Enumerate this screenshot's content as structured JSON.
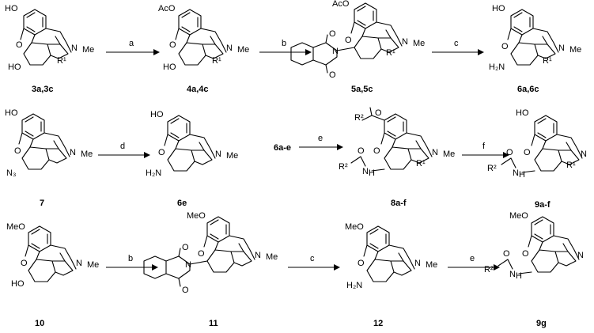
{
  "compounds": {
    "c1": "3a,3c",
    "c2": "4a,4c",
    "c3": "5a,5c",
    "c4": "6a,6c",
    "c5": "7",
    "c6": "6e",
    "c7": "6a-e",
    "c8": "8a-f",
    "c9": "9a-f",
    "c10": "10",
    "c11": "11",
    "c12": "12",
    "c13": "9g"
  },
  "conditions": {
    "r1": "a",
    "r2": "b",
    "r3": "c",
    "r4": "d",
    "r5": "e",
    "r6": "f",
    "r7": "b",
    "r8": "c",
    "r9": "e"
  },
  "atoms": {
    "ho": "HO",
    "aco": "AcO",
    "meo": "MeO",
    "o": "O",
    "n": "N",
    "me": "Me",
    "r1": "R¹",
    "r2": "R²",
    "oh_left": "HO",
    "h2n": "H₂N",
    "n3": "N₃",
    "nh": "N",
    "h": "H"
  }
}
